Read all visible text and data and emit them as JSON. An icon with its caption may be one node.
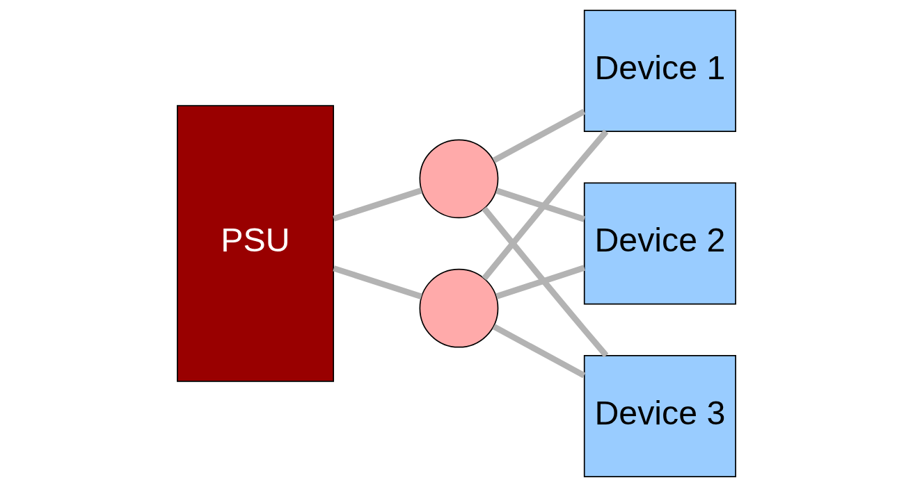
{
  "diagram": {
    "nodes": [
      {
        "text": [
          "PSU"
        ]
      },
      {
        "text": [],
        "shape": "circle"
      },
      {
        "text": [
          "Device 1"
        ]
      },
      {
        "text": [
          "Device 2"
        ]
      },
      {
        "text": [
          "Device 3"
        ]
      },
      {
        "text": [],
        "shape": "circle"
      }
    ],
    "edges": [
      {
        "from": 0,
        "to": 1,
        "arrow": "none"
      },
      {
        "from": 1,
        "to": 2,
        "arrow": "none"
      },
      {
        "from": 1,
        "to": 3,
        "arrow": "none"
      },
      {
        "from": 1,
        "to": 4,
        "arrow": "none"
      },
      {
        "from": 0,
        "to": 5,
        "arrow": "none"
      },
      {
        "from": 5,
        "to": 2,
        "arrow": "none"
      },
      {
        "from": 5,
        "to": 3,
        "arrow": "none"
      },
      {
        "from": 5,
        "to": 4,
        "arrow": "none"
      }
    ]
  }
}
